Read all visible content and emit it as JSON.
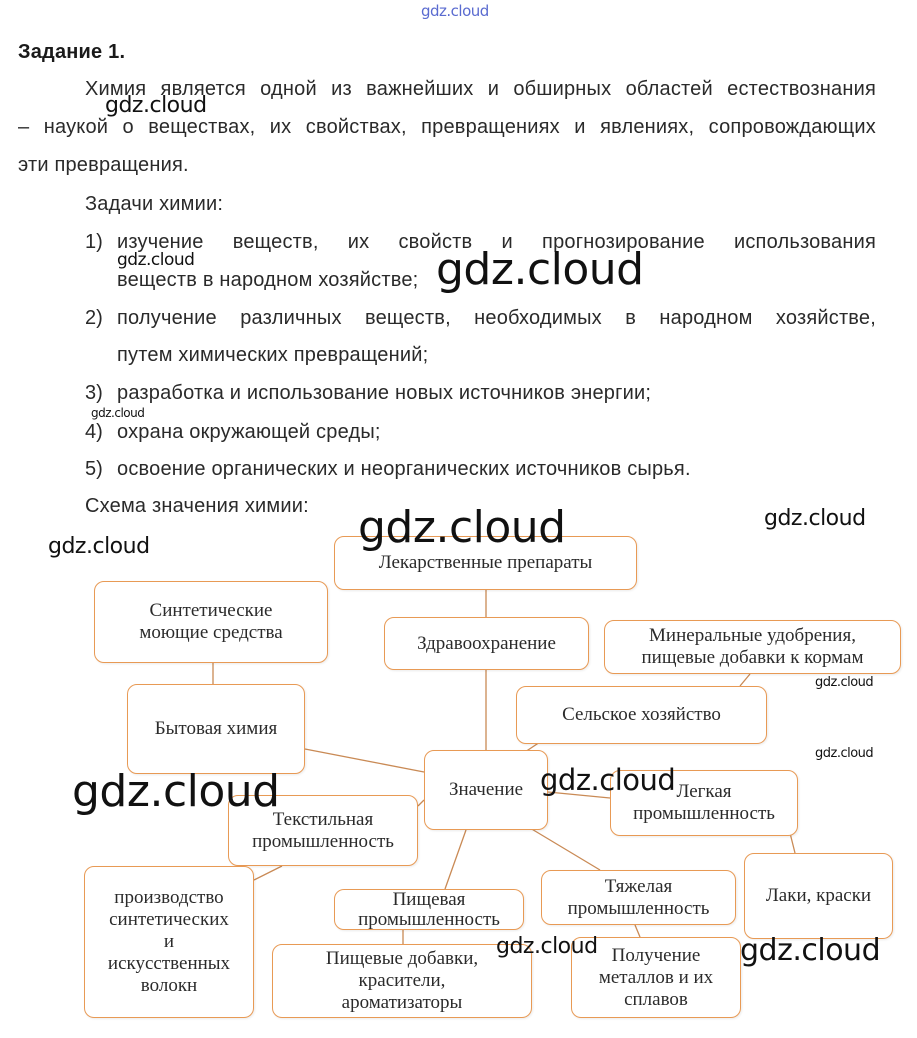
{
  "watermark": "gdz.cloud",
  "task_title": "Задание 1.",
  "intro": {
    "line1": "Химия является одной из важнейших и обширных областей естествознания",
    "line2": "– наукой о веществах, их свойствах, превращениях и явлениях, сопровождающих",
    "line3": "эти превращения."
  },
  "tasks_label": "Задачи химии:",
  "tasks": [
    {
      "num": "1)",
      "line1": "изучение веществ, их свойств и прогнозирование использования",
      "line2": "веществ в народном хозяйстве;"
    },
    {
      "num": "2)",
      "line1": "получение различных веществ, необходимых в народном хозяйстве,",
      "line2": "путем химических превращений;"
    },
    {
      "num": "3)",
      "line1": "разработка и использование новых источников энергии;"
    },
    {
      "num": "4)",
      "line1": "охрана окружающей среды;"
    },
    {
      "num": "5)",
      "line1": "освоение органических и неорганических источников сырья."
    }
  ],
  "scheme_label": "Схема значения химии:",
  "diagram": {
    "center": "Значение",
    "medicines": "Лекарственные препараты",
    "healthcare": "Здравоохранение",
    "fertilizers": "Минеральные удобрения,\nпищевые добавки к кормам",
    "agriculture": "Сельское хозяйство",
    "detergents": "Синтетические\nмоющие средства",
    "household": "Бытовая химия",
    "light_industry": "Легкая\nпромышленность",
    "paints": "Лаки, краски",
    "textile": "Текстильная\nпромышленность",
    "fibers": "производство\nсинтетических\nи\nискусственных\nволокн",
    "food_industry": "Пищевая\nпромышленность",
    "food_additives": "Пищевые добавки,\nкрасители,\nароматизаторы",
    "heavy_industry": "Тяжелая\nпромышленность",
    "metals": "Получение\nметаллов и их\nсплавов"
  },
  "colors": {
    "box_border": "#e89a55",
    "connector": "#c98a55",
    "watermark_top": "#5a6bd0",
    "text": "#2a2a2a"
  }
}
